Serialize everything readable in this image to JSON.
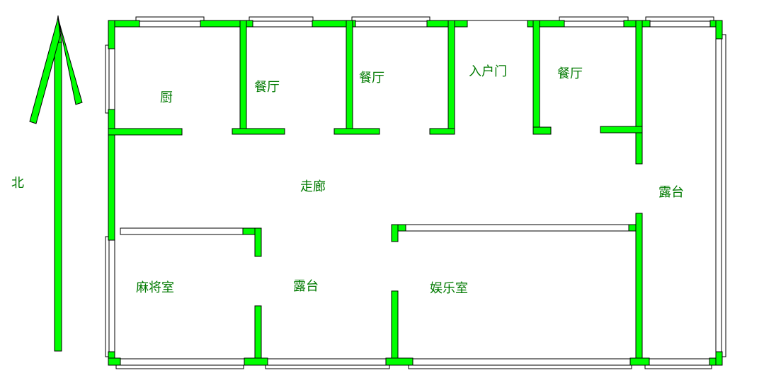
{
  "plan": {
    "north_label": "北",
    "rooms": {
      "kitchen": "厨",
      "dining1": "餐厅",
      "dining2": "餐厅",
      "entrance": "入户门",
      "dining3": "餐厅",
      "corridor": "走廊",
      "terrace_east": "露台",
      "mahjong": "麻将室",
      "terrace_south": "露台",
      "entertainment": "娱乐室"
    },
    "colors": {
      "wall": "#00ff00",
      "label": "#007a00"
    }
  }
}
